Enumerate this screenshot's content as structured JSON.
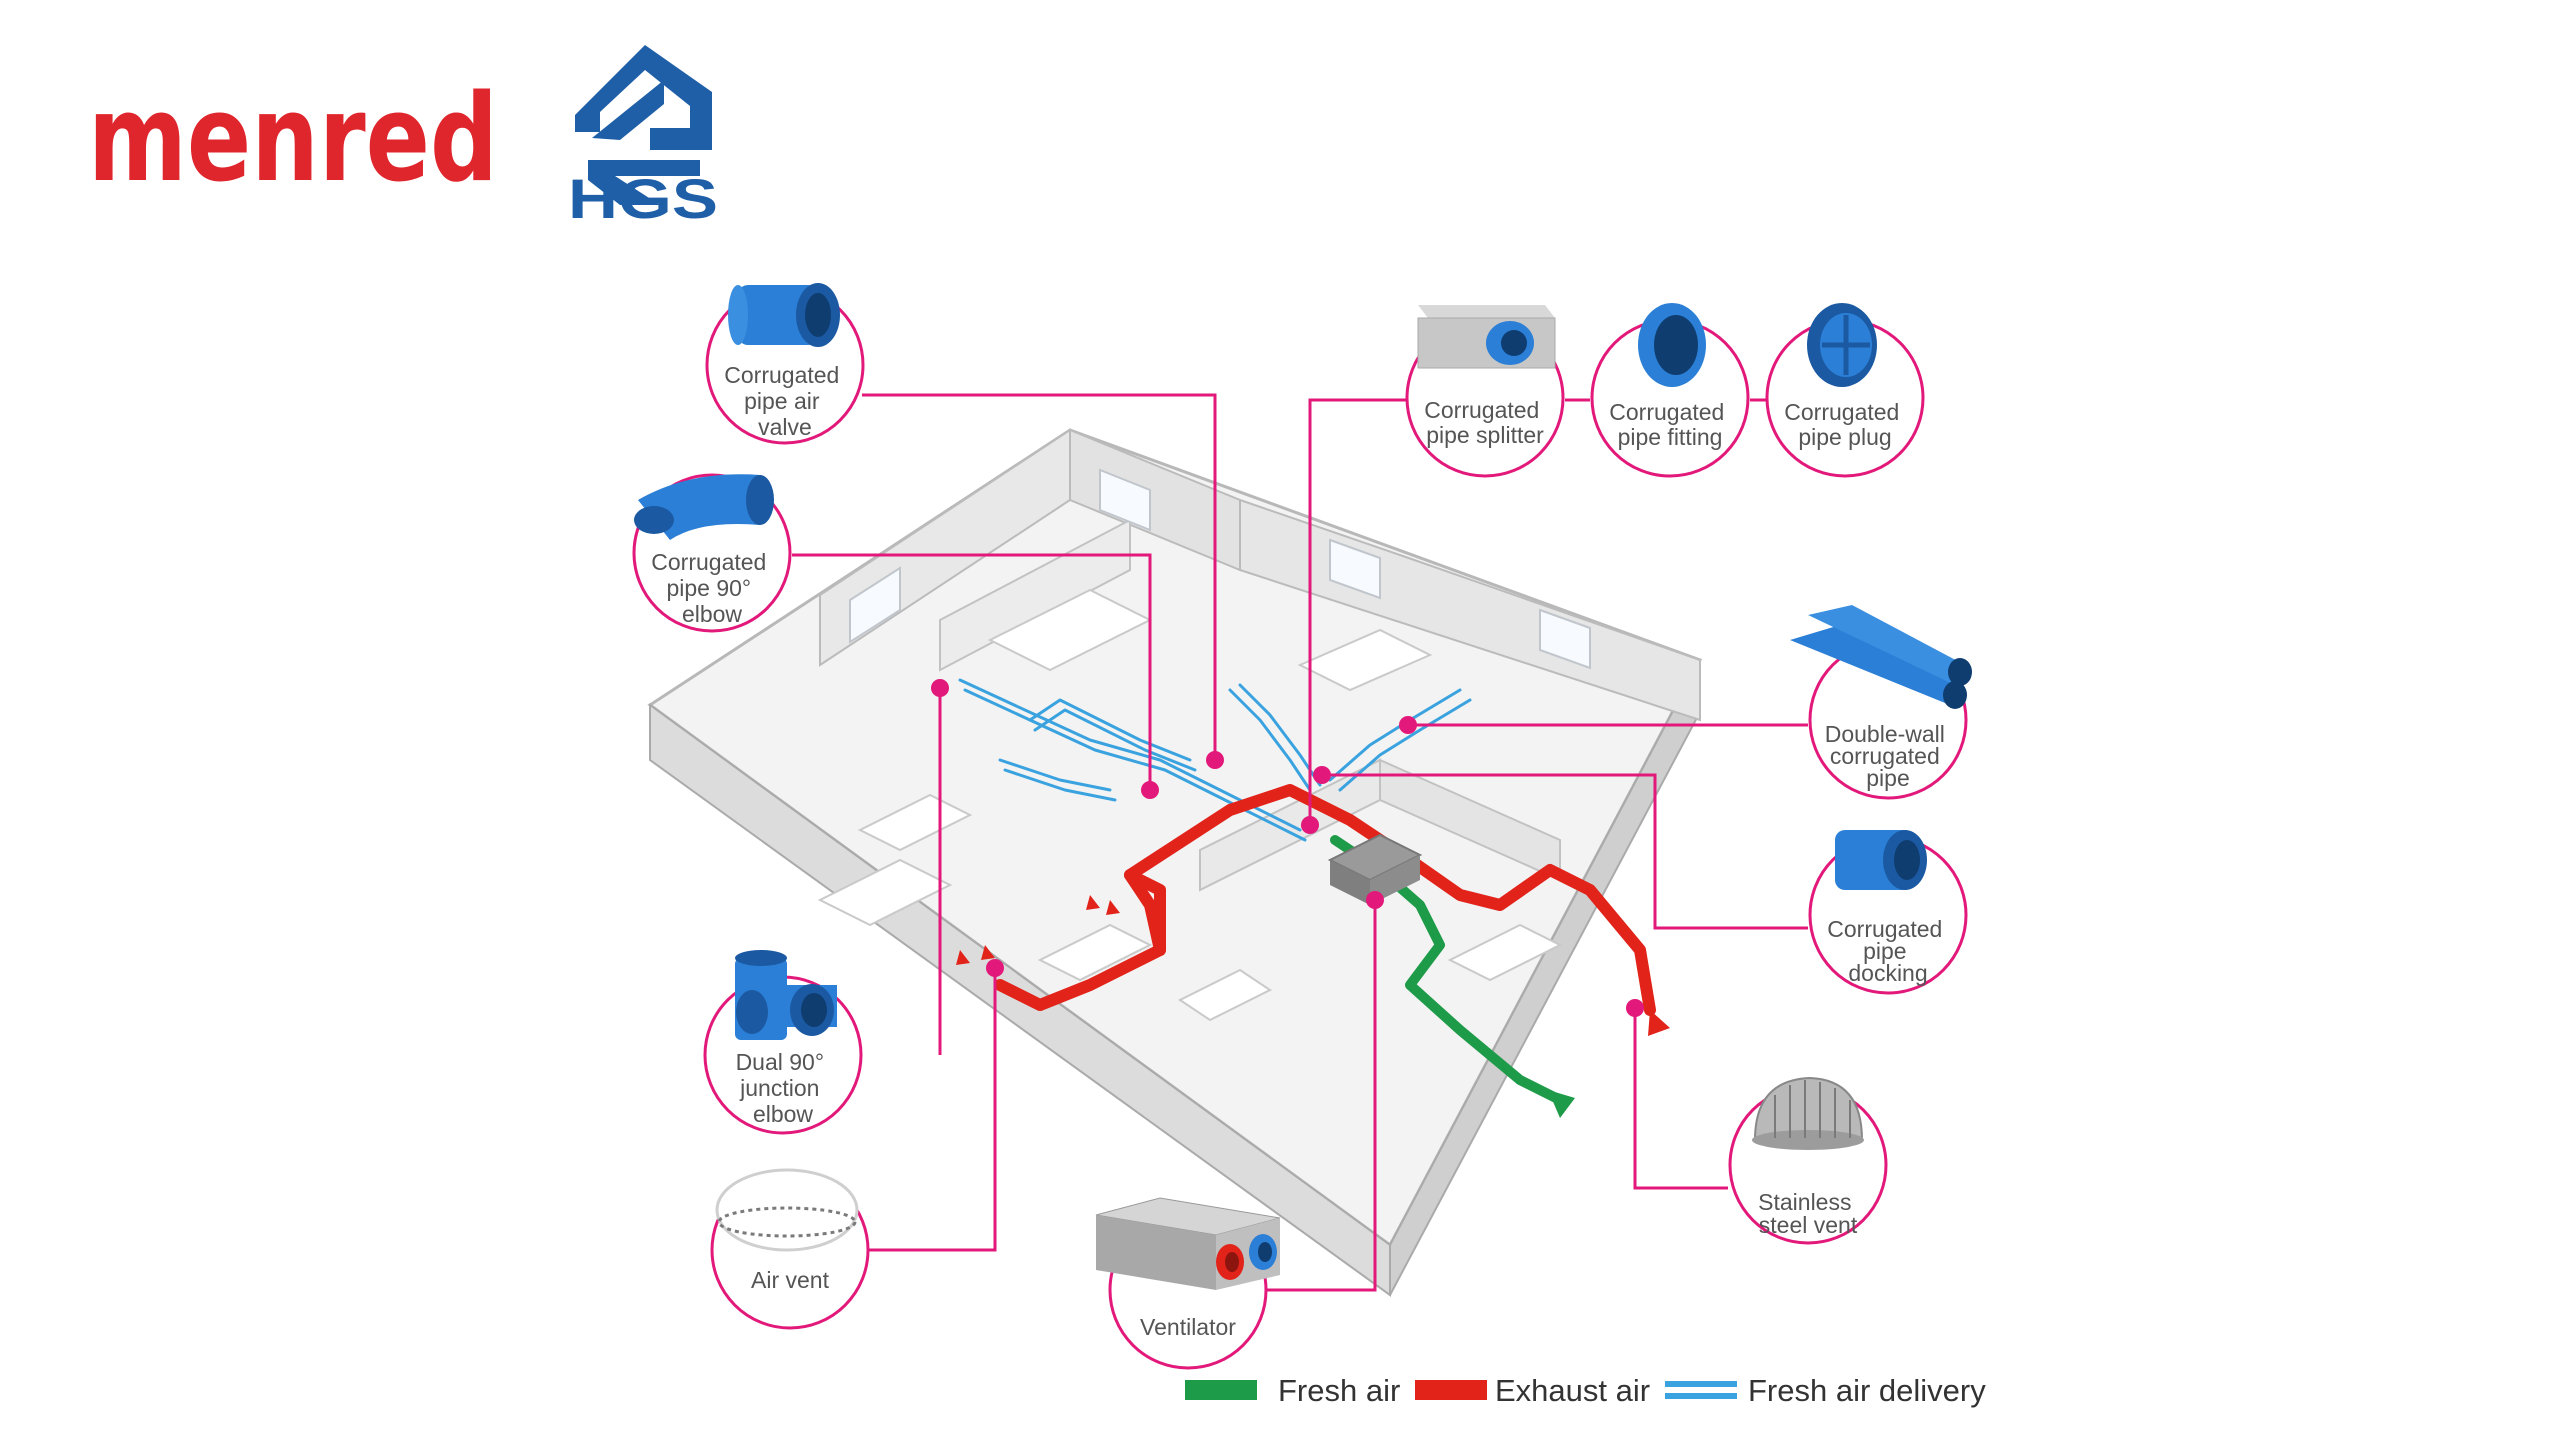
{
  "brand": {
    "menred": "menred",
    "hgs": "HGS",
    "menred_color": "#e0262d",
    "hgs_color": "#1f5fa8"
  },
  "colors": {
    "callout_line": "#e2197a",
    "fresh_air": "#1e9b48",
    "exhaust_air": "#e2231a",
    "fresh_air_delivery": "#3aa3df",
    "product_blue": "#2b7fd6"
  },
  "callouts": [
    {
      "id": "corrugated-pipe-air-valve",
      "lines": [
        "Corrugated",
        "pipe air",
        "valve"
      ],
      "icon": "corrugated-pipe-air-valve-icon"
    },
    {
      "id": "corrugated-pipe-90-elbow",
      "lines": [
        "Corrugated",
        "pipe 90°",
        "elbow"
      ],
      "icon": "elbow-pipe-icon"
    },
    {
      "id": "corrugated-pipe-splitter",
      "lines": [
        "Corrugated",
        "pipe splitter"
      ],
      "icon": "splitter-box-icon"
    },
    {
      "id": "corrugated-pipe-fitting",
      "lines": [
        "Corrugated",
        "pipe fitting"
      ],
      "icon": "pipe-fitting-icon"
    },
    {
      "id": "corrugated-pipe-plug",
      "lines": [
        "Corrugated",
        "pipe plug"
      ],
      "icon": "pipe-plug-icon"
    },
    {
      "id": "double-wall-corrugated-pipe",
      "lines": [
        "Double-wall",
        "corrugated",
        "pipe"
      ],
      "icon": "double-wall-pipe-icon"
    },
    {
      "id": "corrugated-pipe-docking",
      "lines": [
        "Corrugated",
        "pipe",
        "docking"
      ],
      "icon": "pipe-docking-icon"
    },
    {
      "id": "dual-90-junction-elbow",
      "lines": [
        "Dual 90°",
        "junction",
        "elbow"
      ],
      "icon": "dual-junction-elbow-icon"
    },
    {
      "id": "air-vent",
      "lines": [
        "Air vent"
      ],
      "icon": "air-vent-icon"
    },
    {
      "id": "ventilator",
      "lines": [
        "Ventilator"
      ],
      "icon": "ventilator-unit-icon"
    },
    {
      "id": "stainless-steel-vent",
      "lines": [
        "Stainless",
        "steel vent"
      ],
      "icon": "steel-vent-icon"
    }
  ],
  "legend": [
    {
      "label": "Fresh air",
      "color": "#1e9b48",
      "style": "solid"
    },
    {
      "label": "Exhaust air",
      "color": "#e2231a",
      "style": "solid"
    },
    {
      "label": "Fresh air delivery",
      "color": "#3aa3df",
      "style": "double-line"
    }
  ]
}
